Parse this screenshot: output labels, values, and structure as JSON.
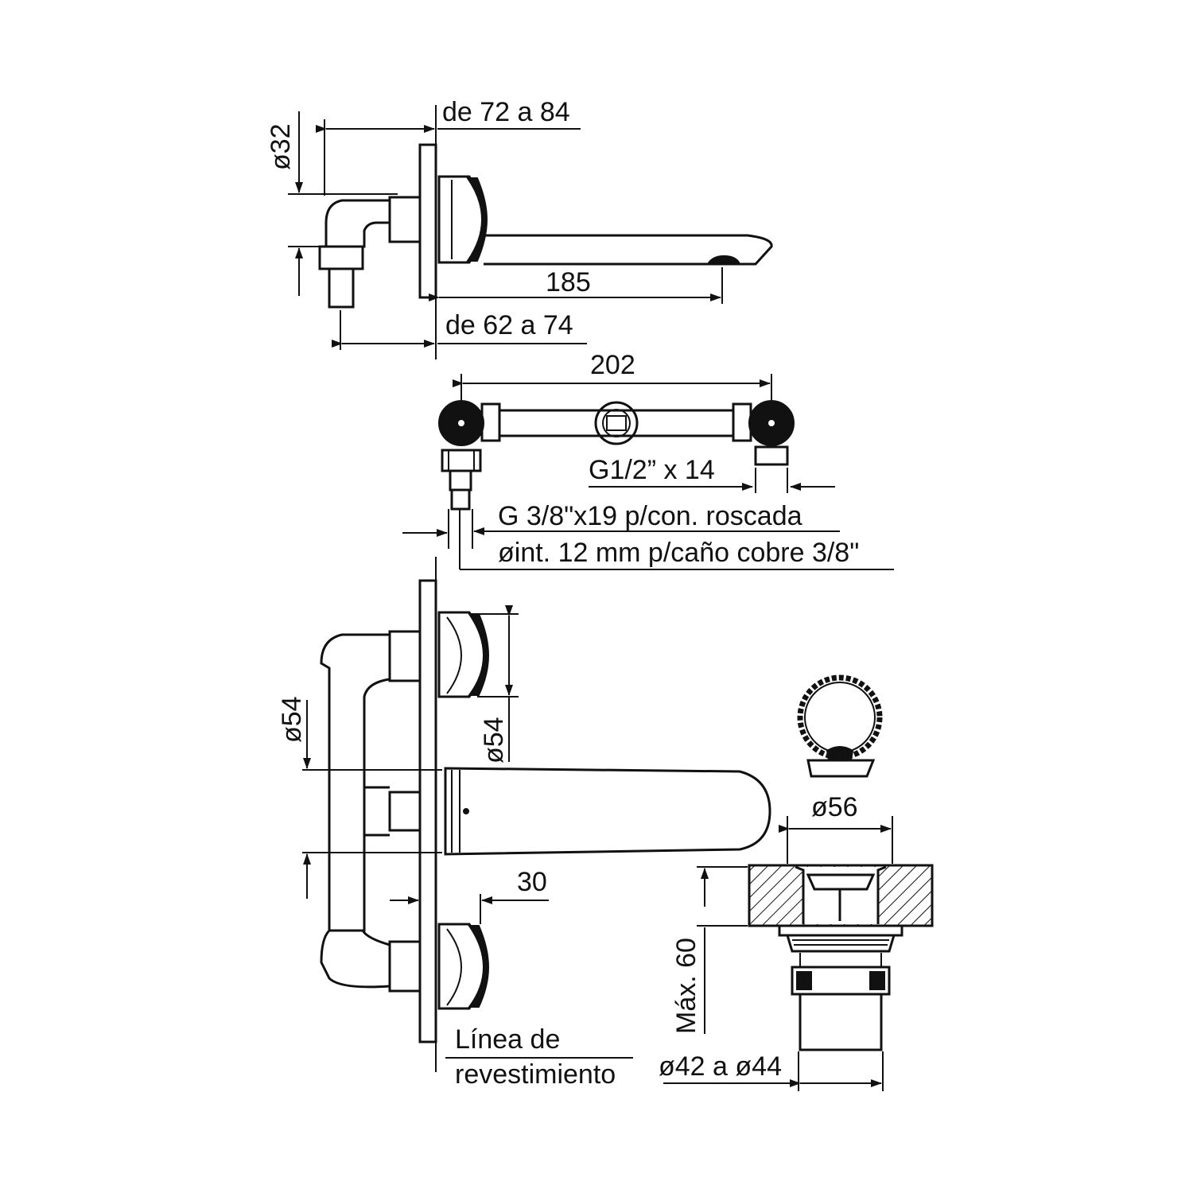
{
  "top_view": {
    "dim_depth_max": "de 72 a 84",
    "dim_diameter_top": "ø32",
    "dim_spout_length": "185",
    "dim_depth_min": "de 62 a 74"
  },
  "valve_body": {
    "dim_width": "202",
    "thread_label": "G1/2” x 14",
    "connection_label": "G 3/8\"x19 p/con. roscada",
    "pipe_label": "øint. 12 mm p/caño cobre 3/8\""
  },
  "front_view": {
    "dim_diameter_left": "ø54",
    "dim_diameter_handle": "ø54",
    "dim_offset": "30",
    "wall_line_label_1": "Línea de",
    "wall_line_label_2": "revestimiento"
  },
  "drain": {
    "dim_flange": "ø56",
    "dim_max_height": "Máx. 60",
    "dim_hole": "ø42 a ø44"
  }
}
